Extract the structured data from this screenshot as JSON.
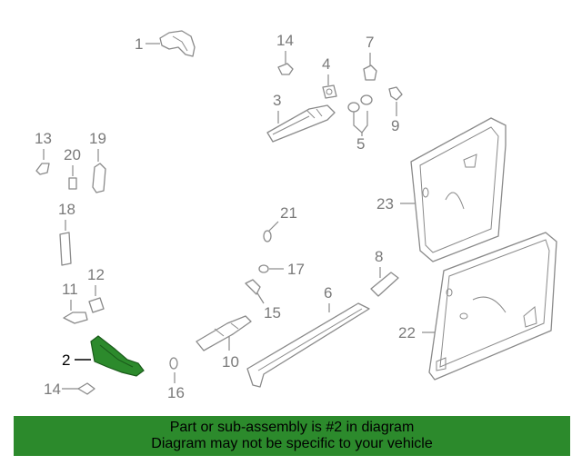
{
  "labels": {
    "l1": "1",
    "l2": "2",
    "l3": "3",
    "l4": "4",
    "l5": "5",
    "l6": "6",
    "l7": "7",
    "l8": "8",
    "l9": "9",
    "l10": "10",
    "l11": "11",
    "l12": "12",
    "l13": "13",
    "l14a": "14",
    "l14b": "14",
    "l15": "15",
    "l16": "16",
    "l17": "17",
    "l18": "18",
    "l19": "19",
    "l20": "20",
    "l21": "21",
    "l22": "22",
    "l23": "23"
  },
  "banner": {
    "line1": "Part or sub-assembly is #2 in diagram",
    "line2": "Diagram may not be specific to your vehicle"
  },
  "colors": {
    "highlight_part": "#2c8a2c",
    "banner_bg": "#2c8a2c",
    "line_gray": "#8a8a8a"
  }
}
